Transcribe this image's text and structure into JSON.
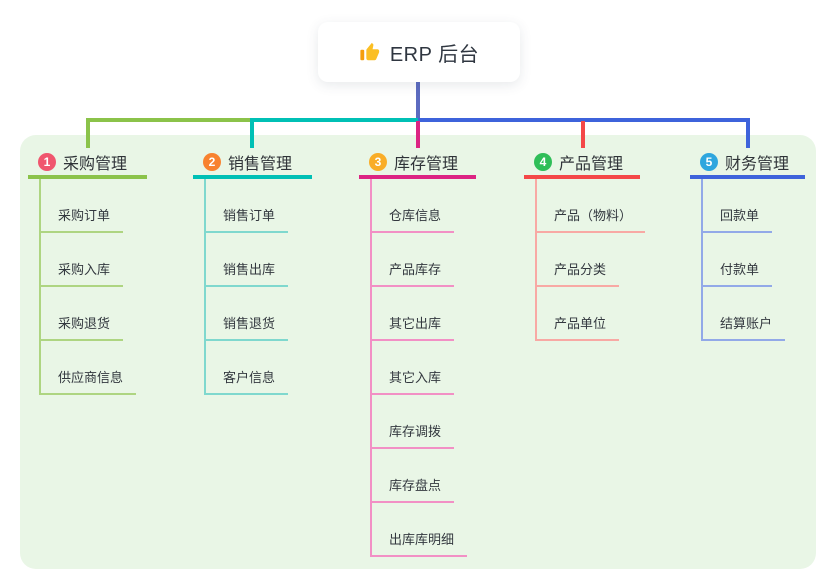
{
  "root": {
    "icon": "thumbs-up",
    "title": "ERP 后台"
  },
  "colors": {
    "root_line": "#5C6BC0",
    "backdrop": "#E9F6E6",
    "thumb": "#FBBF24",
    "thumb_sleeve": "#F59E0B"
  },
  "branches": [
    {
      "num": "1",
      "title": "采购管理",
      "badge_color": "#F0566E",
      "line_color": "#8BC34A",
      "light_color": "#AED581",
      "children": [
        "采购订单",
        "采购入库",
        "采购退货",
        "供应商信息"
      ]
    },
    {
      "num": "2",
      "title": "销售管理",
      "badge_color": "#F8822F",
      "line_color": "#00C0B5",
      "light_color": "#7FD8CE",
      "children": [
        "销售订单",
        "销售出库",
        "销售退货",
        "客户信息"
      ]
    },
    {
      "num": "3",
      "title": "库存管理",
      "badge_color": "#F9AD27",
      "line_color": "#DC2483",
      "light_color": "#F290C5",
      "children": [
        "仓库信息",
        "产品库存",
        "其它出库",
        "其它入库",
        "库存调拨",
        "库存盘点",
        "出库库明细"
      ]
    },
    {
      "num": "4",
      "title": "产品管理",
      "badge_color": "#2FBE58",
      "line_color": "#F44848",
      "light_color": "#F8A9A4",
      "children": [
        "产品（物料）",
        "产品分类",
        "产品单位"
      ]
    },
    {
      "num": "5",
      "title": "财务管理",
      "badge_color": "#2EA6DE",
      "line_color": "#3E63DB",
      "light_color": "#92A9E8",
      "children": [
        "回款单",
        "付款单",
        "结算账户"
      ]
    }
  ]
}
